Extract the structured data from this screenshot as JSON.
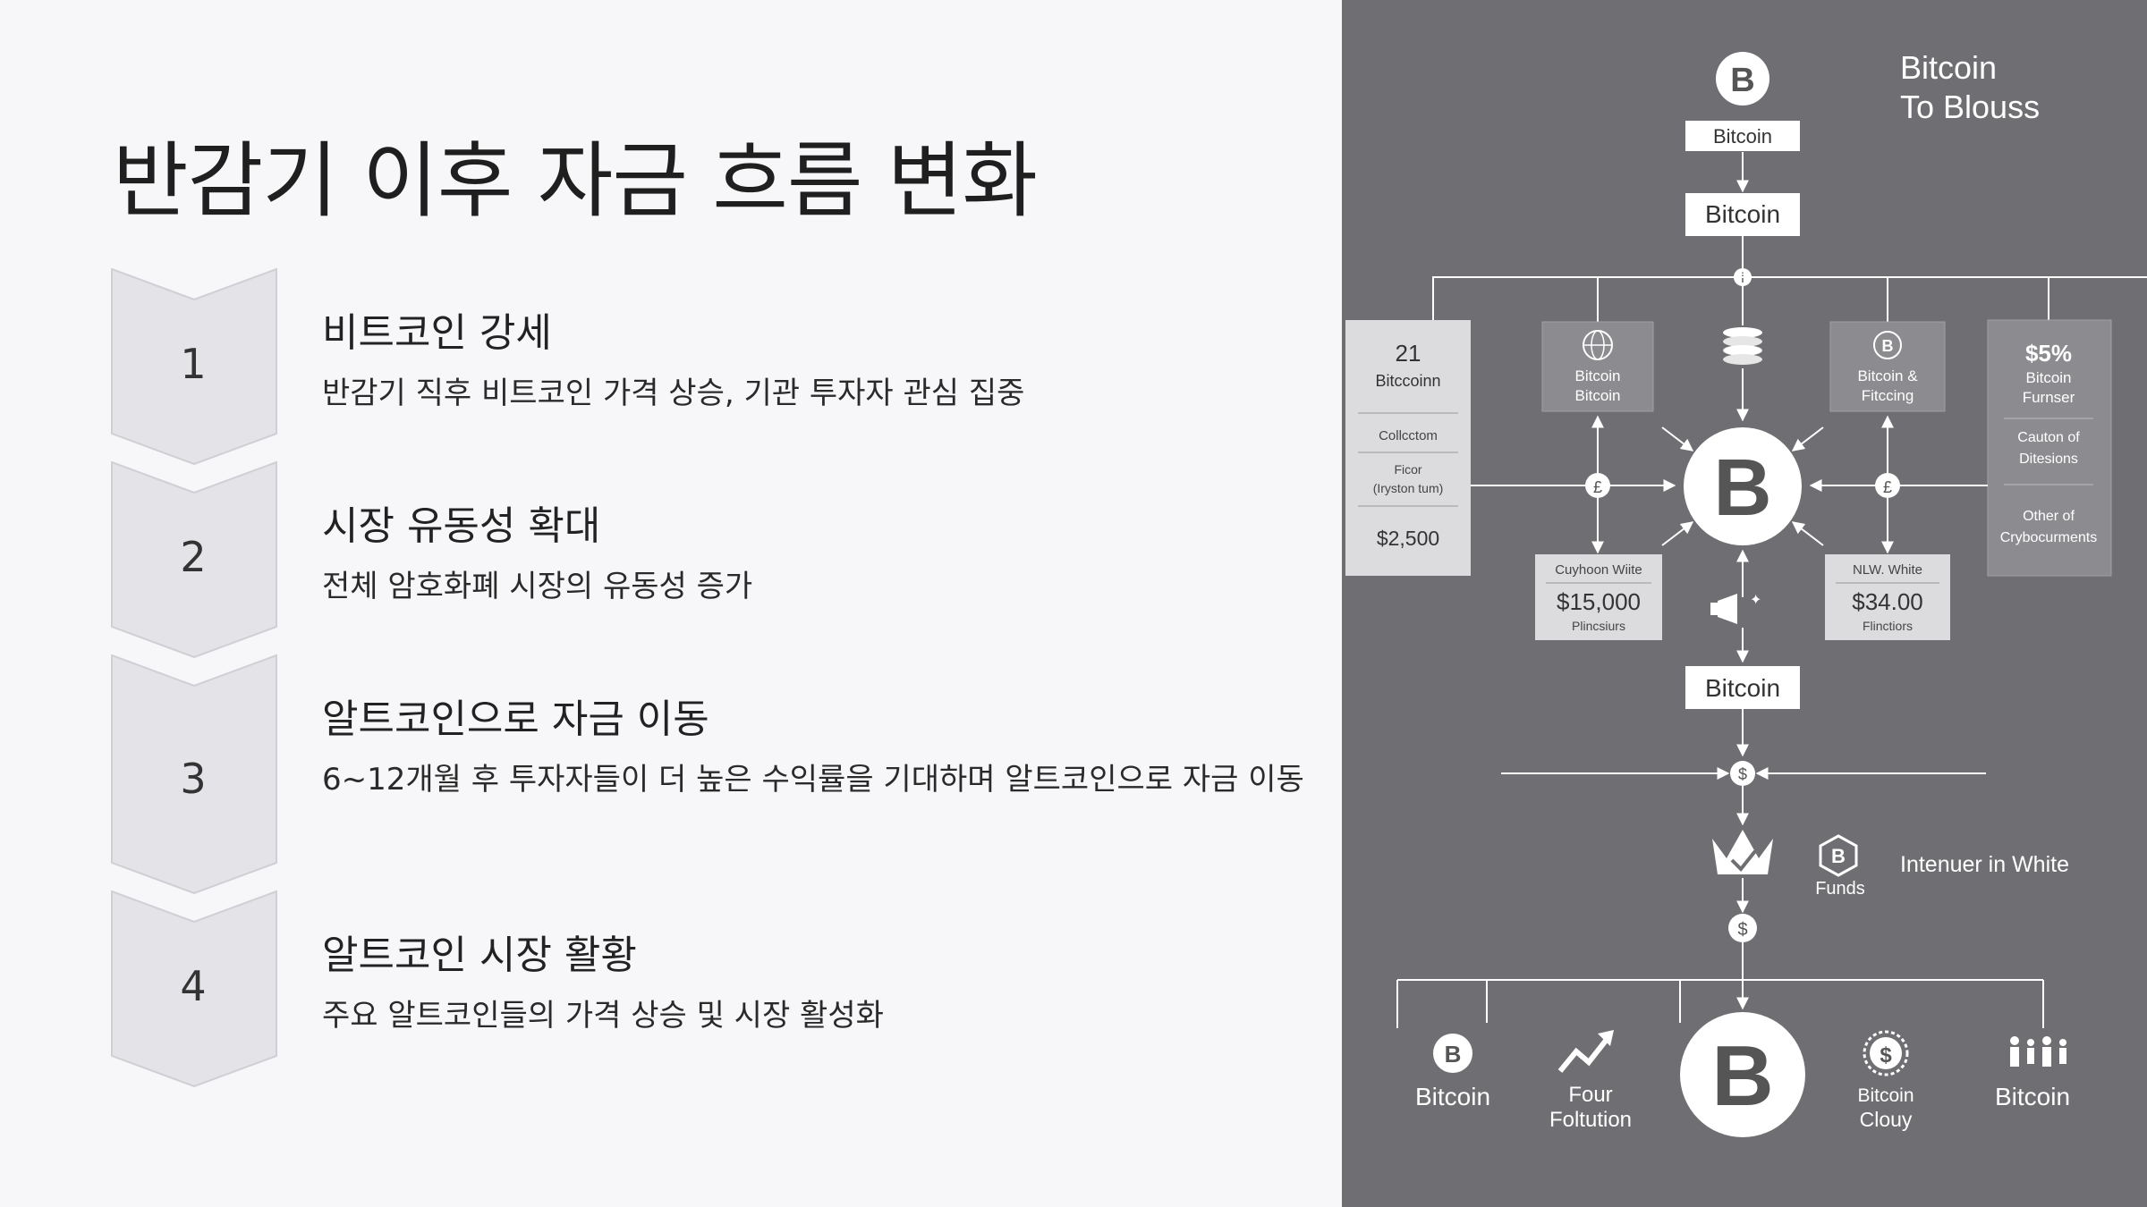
{
  "title": "반감기 이후 자금 흐름 변화",
  "steps": [
    {
      "num": "1",
      "heading": "비트코인 강세",
      "desc": "반감기 직후 비트코인 가격 상승, 기관 투자자 관심 집중"
    },
    {
      "num": "2",
      "heading": "시장 유동성 확대",
      "desc": "전체 암호화폐 시장의 유동성 증가"
    },
    {
      "num": "3",
      "heading": "알트코인으로 자금 이동",
      "desc": "6~12개월 후 투자자들이 더 높은 수익률을 기대하며 알트코인으로 자금 이동"
    },
    {
      "num": "4",
      "heading": "알트코인 시장 활황",
      "desc": "주요 알트코인들의 가격 상승 및 시장 활성화"
    }
  ],
  "diagram": {
    "heading_line1": "Bitcoin",
    "heading_line2": "To Blouss",
    "top_label": "Bitcoin",
    "second_box": "Bitcoin",
    "left_card": {
      "num": "21",
      "name": "Bitccoinn",
      "row1": "Collcctom",
      "row2a": "Ficor",
      "row2b": "(Iryston tum)",
      "value": "$2,500"
    },
    "mid_left_card": {
      "line1": "Bitcoin",
      "line2": "Bitcoin"
    },
    "mid_right_card": {
      "line1": "Bitcoin &",
      "line2": "Fitccing"
    },
    "right_card": {
      "value": "$5%",
      "line1": "Bitcoin",
      "line2": "Furnser",
      "row1a": "Cauton of",
      "row1b": "Ditesions",
      "row2a": "Other of",
      "row2b": "Crybocurments"
    },
    "low_left_card": {
      "label": "Cuyhoon Wiite",
      "value": "$15,000",
      "sub": "Plincsiurs"
    },
    "low_right_card": {
      "label": "NLW. White",
      "value": "$34.00",
      "sub": "Flinctiors"
    },
    "mid_box": "Bitcoin",
    "funds_label": "Funds",
    "intender_label": "Intenuer in White",
    "bottom_items": [
      {
        "line1": "Bitcoin",
        "line2": ""
      },
      {
        "line1": "Four",
        "line2": "Foltution"
      },
      {
        "line1": "Bitcoin",
        "line2": "Clouy"
      },
      {
        "line1": "Bitcoin",
        "line2": ""
      }
    ],
    "symbols": {
      "btc": "B",
      "pound": "£",
      "dollar": "$",
      "info": "i"
    }
  },
  "colors": {
    "panel": "#6f6f73",
    "card": "#8a8a8e",
    "chevron": "#e3e3e8",
    "line": "#ffffff"
  }
}
